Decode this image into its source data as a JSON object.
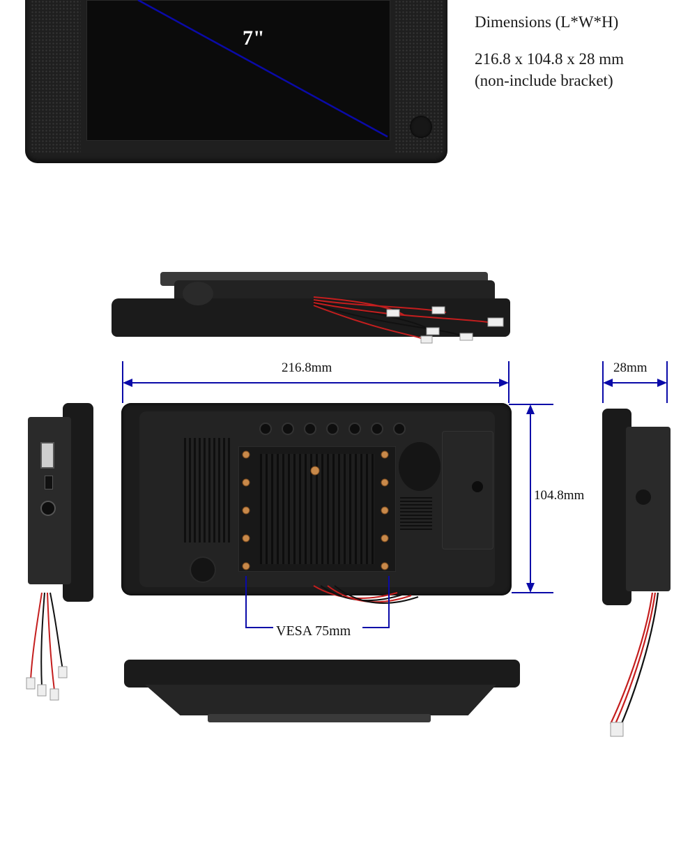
{
  "screen": {
    "size_label": "7\""
  },
  "specs": {
    "heading": "Dimensions (L*W*H)",
    "value": "216.8 x 104.8 x 28 mm",
    "note": "(non-include bracket)"
  },
  "dimensions": {
    "length_label": "216.8mm",
    "height_label": "104.8mm",
    "depth_label": "28mm",
    "vesa_label": "VESA 75mm"
  },
  "colors": {
    "measure_line": "#0a0aa8",
    "device_body": "#1c1c1c",
    "screen_panel": "#0b0b0b",
    "vesa_pad": "#c8894a",
    "wire_red": "#c41e1e"
  }
}
